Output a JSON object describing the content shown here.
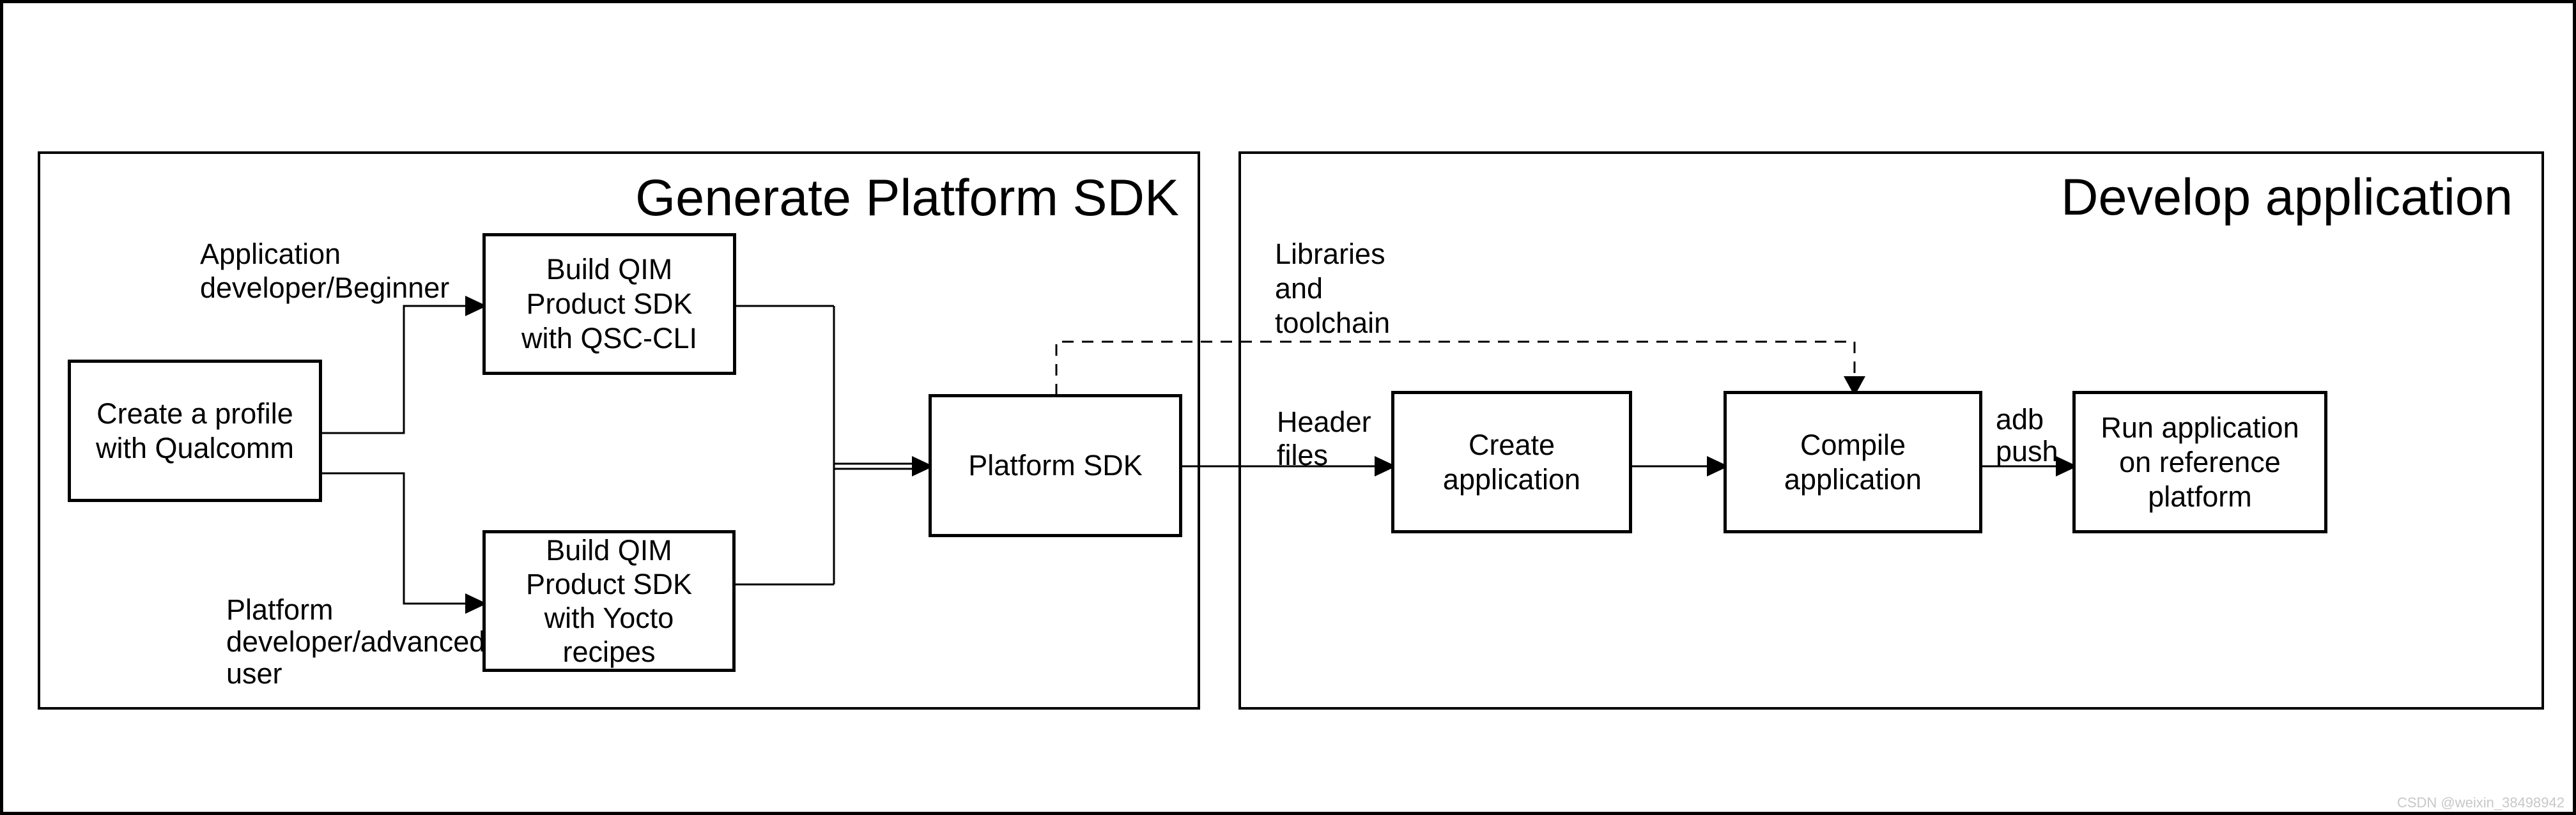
{
  "colors": {
    "ink": "#000000",
    "background": "#ffffff",
    "watermark_gray": "#c8c8c8"
  },
  "panels": {
    "generate": {
      "title": "Generate Platform SDK"
    },
    "develop": {
      "title": "Develop application"
    }
  },
  "nodes": {
    "create_profile": "Create a profile\nwith Qualcomm",
    "build_qsc": "Build QIM\nProduct SDK\nwith QSC-CLI",
    "build_yocto": "Build QIM\nProduct SDK\nwith Yocto\nrecipes",
    "platform_sdk": "Platform SDK",
    "create_app": "Create\napplication",
    "compile_app": "Compile\napplication",
    "run_app": "Run application\non reference\nplatform"
  },
  "labels": {
    "app_developer": "Application\ndeveloper/Beginner",
    "platform_developer": "Platform\ndeveloper/advanced\nuser",
    "libraries_toolchain": "Libraries\nand\ntoolchain",
    "header_files": "Header\nfiles",
    "adb_push": "adb\npush"
  },
  "watermark": "CSDN @weixin_38498942"
}
